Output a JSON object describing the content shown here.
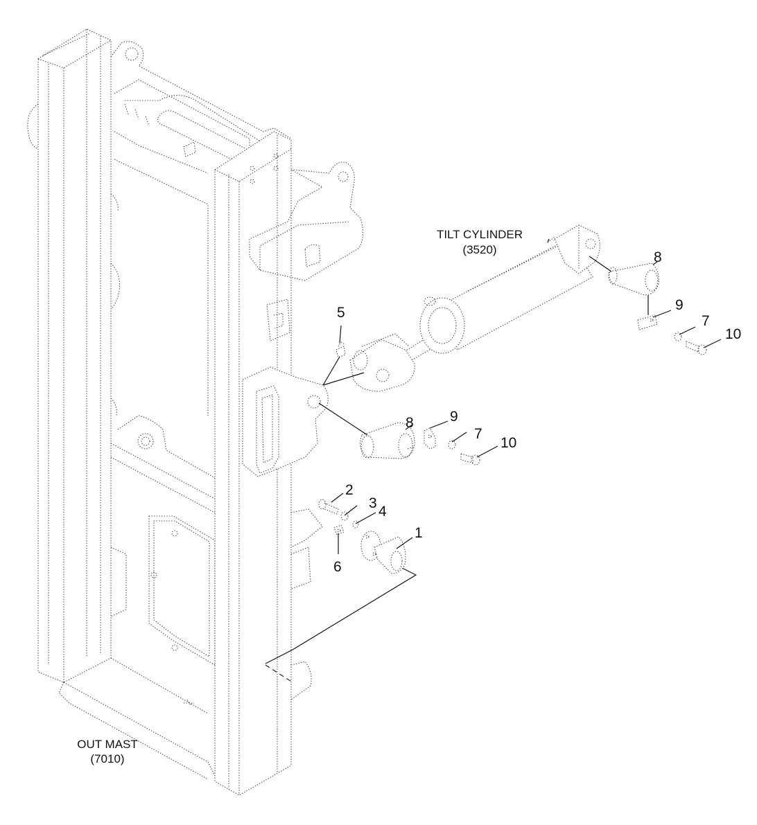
{
  "labels": {
    "tilt_cylinder": {
      "name": "TILT CYLINDER",
      "code": "(3520)"
    },
    "out_mast": {
      "name": "OUT MAST",
      "code": "(7010)"
    }
  },
  "callouts": {
    "c1": "1",
    "c2": "2",
    "c3": "3",
    "c4": "4",
    "c5": "5",
    "c6": "6",
    "c7a": "7",
    "c7b": "7",
    "c8a": "8",
    "c8b": "8",
    "c9a": "9",
    "c9b": "9",
    "c10a": "10",
    "c10b": "10"
  }
}
